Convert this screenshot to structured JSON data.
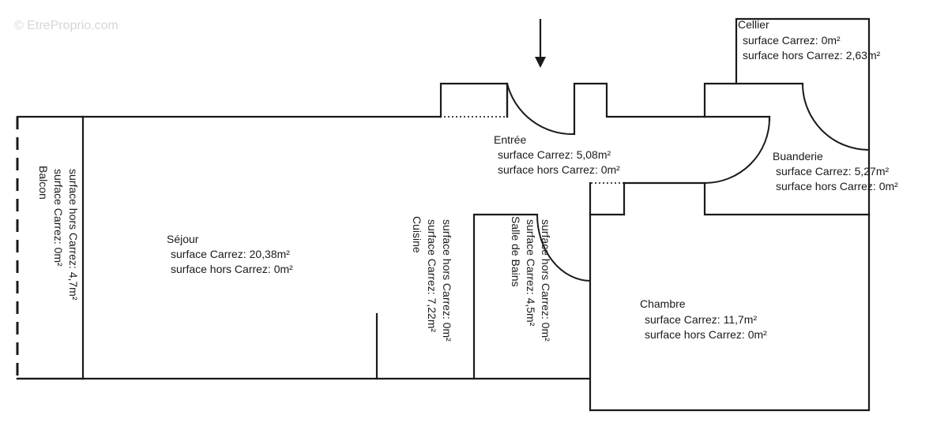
{
  "watermark": "© EtreProprio.com",
  "rooms": {
    "cellier": {
      "name": "Cellier",
      "carrez": "surface Carrez: 0m²",
      "hors": "surface hors Carrez: 2,63m²"
    },
    "entree": {
      "name": "Entrée",
      "carrez": "surface Carrez: 5,08m²",
      "hors": "surface hors Carrez: 0m²"
    },
    "buanderie": {
      "name": "Buanderie",
      "carrez": "surface Carrez: 5,27m²",
      "hors": "surface hors Carrez: 0m²"
    },
    "sejour": {
      "name": "Séjour",
      "carrez": "surface Carrez: 20,38m²",
      "hors": "surface hors Carrez: 0m²"
    },
    "chambre": {
      "name": "Chambre",
      "carrez": "surface Carrez: 11,7m²",
      "hors": "surface hors Carrez: 0m²"
    },
    "balcon": {
      "name": "Balcon",
      "carrez": "surface Carrez: 0m²",
      "hors": "surface hors Carrez: 4,7m²"
    },
    "cuisine": {
      "name": "Cuisine",
      "carrez": "surface Carrez: 7,22m²",
      "hors": "surface hors Carrez: 0m²"
    },
    "salle_de_bains": {
      "name": "Salle de Bains",
      "carrez": "surface Carrez: 4,5m²",
      "hors": "surface hors Carrez: 0m²"
    }
  }
}
